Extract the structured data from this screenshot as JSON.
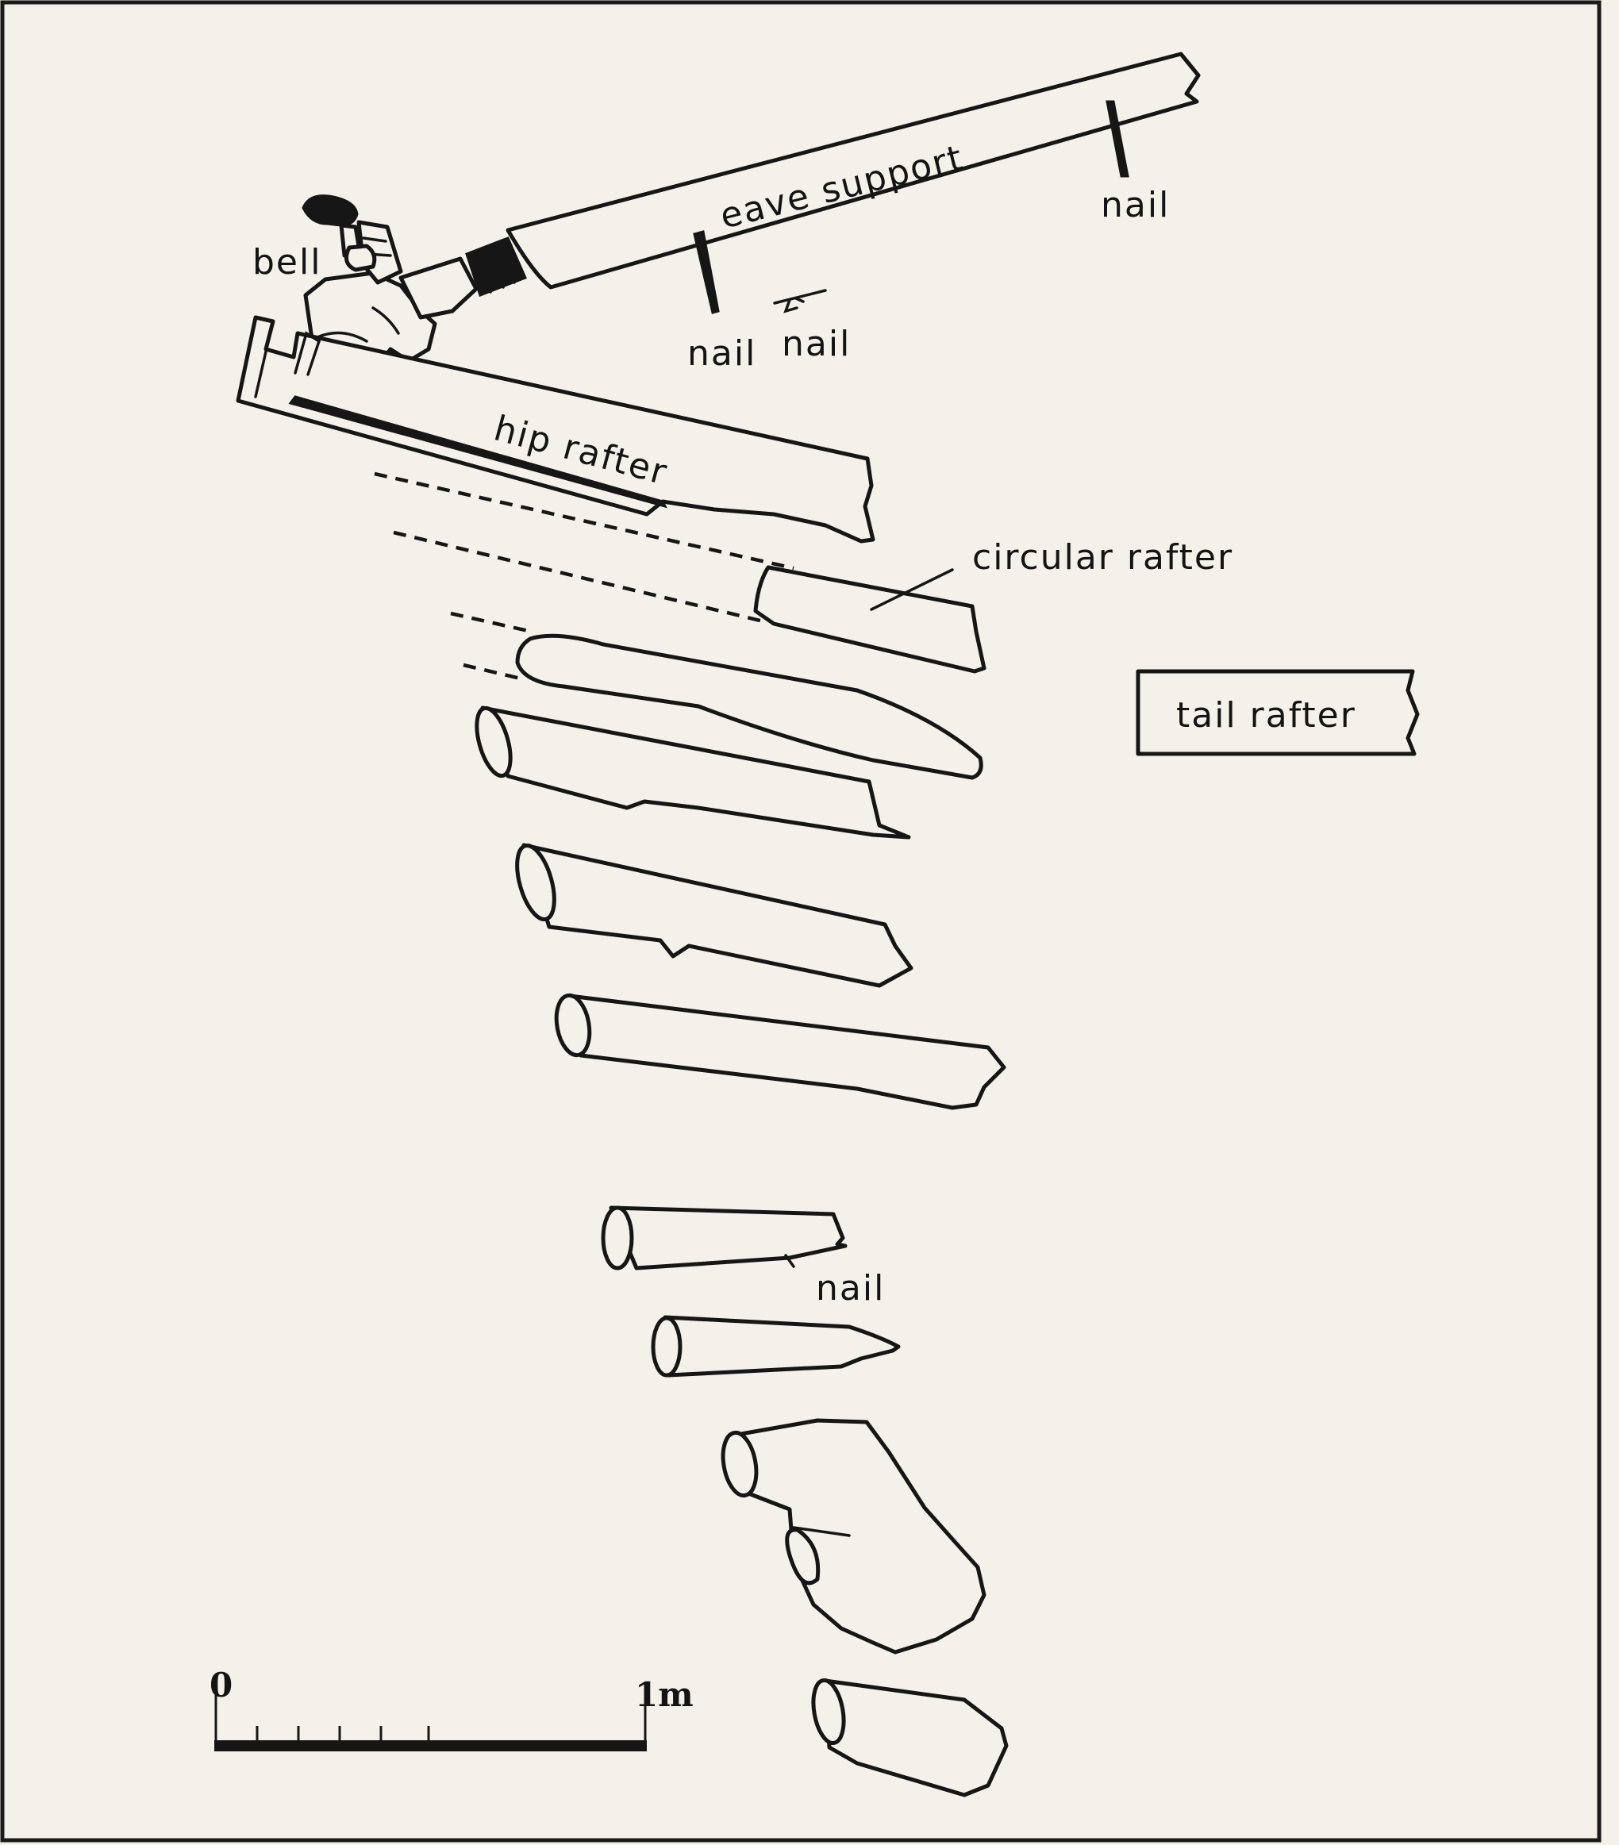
{
  "labels": {
    "eave_support": "eave support",
    "bell": "bell",
    "nail_top_right": "nail",
    "nail_left": "nail",
    "nail_right": "nail",
    "hip_rafter": "hip rafter",
    "circular_rafter": "circular rafter",
    "tail_rafter": "tail rafter",
    "nail_bottom": "nail"
  },
  "scale_bar": {
    "start_label": "0",
    "end_label": "1m"
  }
}
